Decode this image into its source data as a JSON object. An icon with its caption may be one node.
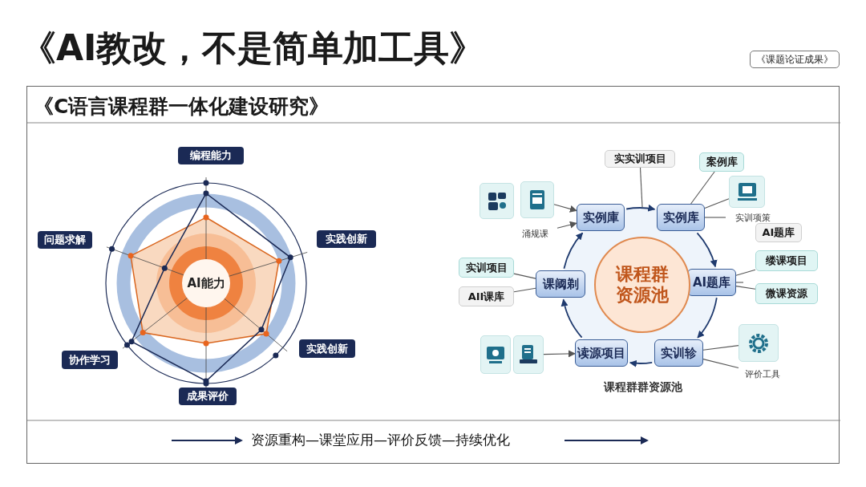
{
  "diagram": {
    "title": "《AI教改，不是简单加工具》",
    "nodes": [
      {
        "text": [
          "《课题论证成果》"
        ]
      },
      {
        "text": [
          "《C语言课程群一体化建设研究》"
        ]
      },
      {
        "text": [
          "编程能力"
        ],
        "in": 1
      },
      {
        "text": [
          "实践创新"
        ],
        "in": 1
      },
      {
        "text": [
          "实践创新"
        ],
        "in": 1
      },
      {
        "text": [
          "成果评价"
        ],
        "in": 1
      },
      {
        "text": [
          "协作学习"
        ],
        "in": 1
      },
      {
        "text": [
          "问题求解"
        ],
        "in": 1
      },
      {
        "text": [
          "AI能力"
        ],
        "in": 1
      },
      {
        "text": [
          "实实训项目"
        ],
        "in": 1
      },
      {
        "text": [
          "案例库"
        ],
        "in": 1
      },
      {
        "text": [],
        "shape": "box",
        "in": 1
      },
      {
        "text": [
          "AI题库"
        ],
        "in": 1
      },
      {
        "text": [
          "缕课项目"
        ],
        "in": 1
      },
      {
        "text": [
          "微课资源"
        ],
        "in": 1
      },
      {
        "text": [],
        "shape": "box",
        "in": 1
      },
      {
        "text": [],
        "shape": "box",
        "in": 1
      },
      {
        "text": [],
        "shape": "box",
        "in": 1
      },
      {
        "text": [
          "实训项目"
        ],
        "in": 1
      },
      {
        "text": [
          "AII课库"
        ],
        "in": 1
      },
      {
        "text": [],
        "shape": "box",
        "in": 1
      },
      {
        "text": [],
        "shape": "box",
        "in": 1
      },
      {
        "text": [
          "实例庫"
        ],
        "in": 1
      },
      {
        "text": [
          "实例库"
        ],
        "in": 1
      },
      {
        "text": [
          "AI题库"
        ],
        "in": 1
      },
      {
        "text": [
          "实训轸"
        ],
        "in": 1
      },
      {
        "text": [
          "读源项目"
        ],
        "in": 1
      },
      {
        "text": [
          "课阈剃"
        ],
        "in": 1
      },
      {
        "text": [
          "课程群资源池"
        ],
        "in": 1
      },
      {
        "text": [
          "实训项策"
        ],
        "in": 1
      },
      {
        "text": [
          "评价工具"
        ],
        "in": 1
      },
      {
        "text": [
          "涌规课"
        ],
        "in": 1
      }
    ],
    "edges": [
      {
        "from": 22,
        "to": 23,
        "arrow": "to",
        "color": "#1f3a6e"
      },
      {
        "from": 23,
        "to": 24,
        "arrow": "to",
        "color": "#1f3a6e"
      },
      {
        "from": 24,
        "to": 25,
        "arrow": "to",
        "color": "#1f3a6e"
      },
      {
        "from": 25,
        "to": 26,
        "arrow": "to",
        "color": "#1f3a6e"
      },
      {
        "from": 26,
        "to": 27,
        "arrow": "to",
        "color": "#1f3a6e"
      },
      {
        "from": 27,
        "to": 22,
        "arrow": "to",
        "color": "#1f3a6e"
      },
      {
        "from": 9,
        "to": null,
        "arrow": "none"
      },
      {
        "from": 10,
        "to": 23,
        "arrow": "none"
      },
      {
        "from": 11,
        "to": 23,
        "arrow": "none"
      },
      {
        "from": 29,
        "to": 23,
        "arrow": "none"
      },
      {
        "from": 13,
        "to": 24,
        "arrow": "none"
      },
      {
        "from": 14,
        "to": 24,
        "arrow": "none"
      },
      {
        "from": 24,
        "to": null,
        "arrow": "none"
      },
      {
        "from": 15,
        "to": 25,
        "arrow": "none"
      },
      {
        "from": 30,
        "to": 25,
        "arrow": "none"
      },
      {
        "from": 17,
        "to": 22,
        "arrow": "to"
      },
      {
        "from": 31,
        "to": 22,
        "arrow": "to"
      },
      {
        "from": 18,
        "to": 27,
        "arrow": "none"
      },
      {
        "from": 19,
        "to": 27,
        "arrow": "none"
      },
      {
        "from": 21,
        "to": 26,
        "arrow": "to"
      }
    ],
    "labels": [
      "课程群群资源池",
      "资源重构—课堂应用—评价反馈—持续优化"
    ]
  }
}
